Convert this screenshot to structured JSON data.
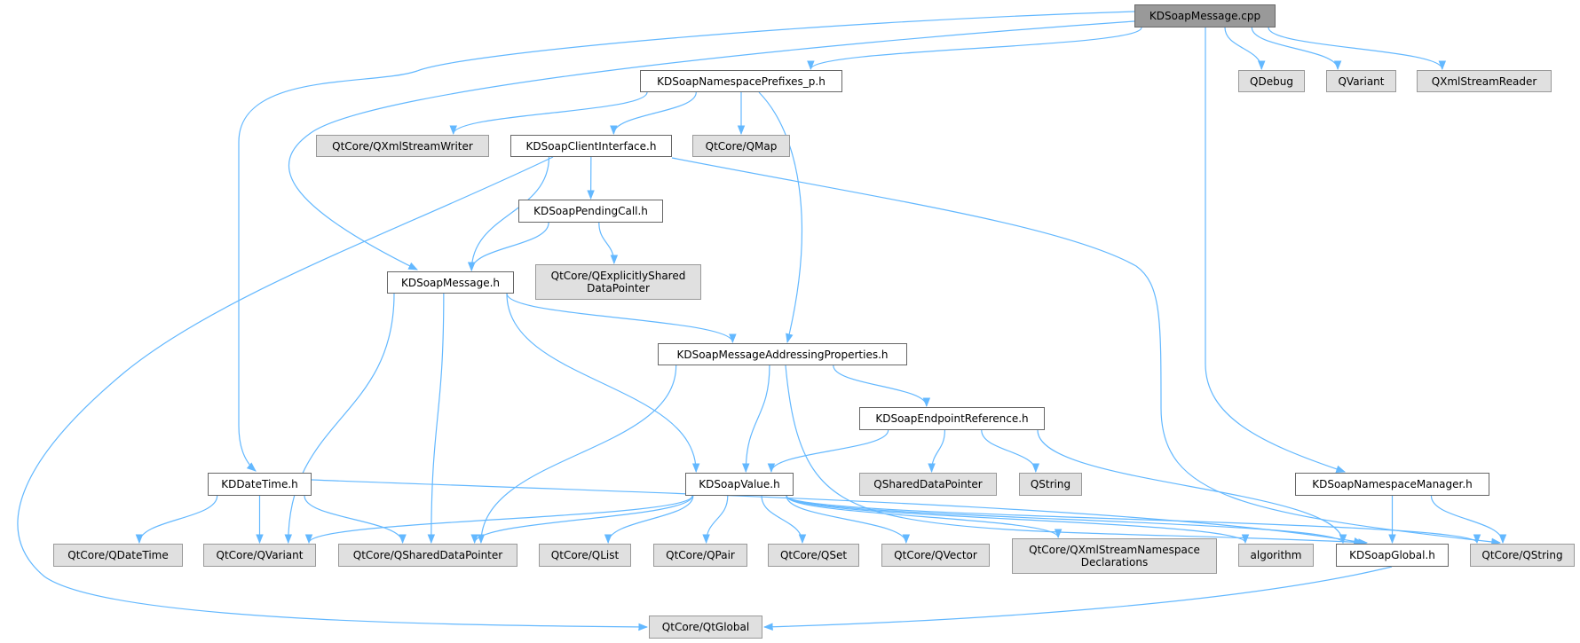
{
  "colors": {
    "edge": "#63b8ff",
    "root_fill": "#999999",
    "external_fill": "#e0e0e0",
    "internal_fill": "#ffffff"
  },
  "nodes": [
    {
      "id": "cpp",
      "label": "KDSoapMessage.cpp",
      "kind": "root"
    },
    {
      "id": "prefixes",
      "label": "KDSoapNamespacePrefixes_p.h",
      "kind": "internal"
    },
    {
      "id": "qdebug",
      "label": "QDebug",
      "kind": "external"
    },
    {
      "id": "qvariant_top",
      "label": "QVariant",
      "kind": "external"
    },
    {
      "id": "qxmlreader",
      "label": "QXmlStreamReader",
      "kind": "external"
    },
    {
      "id": "qxmlwriter",
      "label": "QtCore/QXmlStreamWriter",
      "kind": "external"
    },
    {
      "id": "client",
      "label": "KDSoapClientInterface.h",
      "kind": "internal"
    },
    {
      "id": "qmap",
      "label": "QtCore/QMap",
      "kind": "external"
    },
    {
      "id": "pending",
      "label": "KDSoapPendingCall.h",
      "kind": "internal"
    },
    {
      "id": "qexplicit",
      "label": "QtCore/QExplicitlyShared\nDataPointer",
      "kind": "external"
    },
    {
      "id": "message",
      "label": "KDSoapMessage.h",
      "kind": "internal"
    },
    {
      "id": "addressing",
      "label": "KDSoapMessageAddressingProperties.h",
      "kind": "internal"
    },
    {
      "id": "endpoint",
      "label": "KDSoapEndpointReference.h",
      "kind": "internal"
    },
    {
      "id": "qshared_plain",
      "label": "QSharedDataPointer",
      "kind": "external"
    },
    {
      "id": "qstring_plain",
      "label": "QString",
      "kind": "external"
    },
    {
      "id": "datetime",
      "label": "KDDateTime.h",
      "kind": "internal"
    },
    {
      "id": "value",
      "label": "KDSoapValue.h",
      "kind": "internal"
    },
    {
      "id": "nsmanager",
      "label": "KDSoapNamespaceManager.h",
      "kind": "internal"
    },
    {
      "id": "qdatetime",
      "label": "QtCore/QDateTime",
      "kind": "external"
    },
    {
      "id": "qvariant",
      "label": "QtCore/QVariant",
      "kind": "external"
    },
    {
      "id": "qshared",
      "label": "QtCore/QSharedDataPointer",
      "kind": "external"
    },
    {
      "id": "qlist",
      "label": "QtCore/QList",
      "kind": "external"
    },
    {
      "id": "qpair",
      "label": "QtCore/QPair",
      "kind": "external"
    },
    {
      "id": "qset",
      "label": "QtCore/QSet",
      "kind": "external"
    },
    {
      "id": "qvector",
      "label": "QtCore/QVector",
      "kind": "external"
    },
    {
      "id": "qxmlns",
      "label": "QtCore/QXmlStreamNamespace\nDeclarations",
      "kind": "external"
    },
    {
      "id": "algorithm",
      "label": "algorithm",
      "kind": "external"
    },
    {
      "id": "global",
      "label": "KDSoapGlobal.h",
      "kind": "internal"
    },
    {
      "id": "qstring",
      "label": "QtCore/QString",
      "kind": "external"
    },
    {
      "id": "qtglobal",
      "label": "QtCore/QtGlobal",
      "kind": "external"
    }
  ],
  "edges": [
    [
      "cpp",
      "prefixes"
    ],
    [
      "cpp",
      "message"
    ],
    [
      "cpp",
      "datetime"
    ],
    [
      "cpp",
      "qdebug"
    ],
    [
      "cpp",
      "qvariant_top"
    ],
    [
      "cpp",
      "qxmlreader"
    ],
    [
      "cpp",
      "nsmanager"
    ],
    [
      "prefixes",
      "qxmlwriter"
    ],
    [
      "prefixes",
      "client"
    ],
    [
      "prefixes",
      "qmap"
    ],
    [
      "prefixes",
      "addressing"
    ],
    [
      "client",
      "pending"
    ],
    [
      "client",
      "message"
    ],
    [
      "client",
      "qtglobal"
    ],
    [
      "client",
      "qstring"
    ],
    [
      "pending",
      "message"
    ],
    [
      "pending",
      "qexplicit"
    ],
    [
      "message",
      "addressing"
    ],
    [
      "message",
      "value"
    ],
    [
      "message",
      "qvariant"
    ],
    [
      "message",
      "qshared"
    ],
    [
      "addressing",
      "endpoint"
    ],
    [
      "addressing",
      "value"
    ],
    [
      "addressing",
      "qshared"
    ],
    [
      "addressing",
      "global"
    ],
    [
      "endpoint",
      "value"
    ],
    [
      "endpoint",
      "qshared_plain"
    ],
    [
      "endpoint",
      "qstring_plain"
    ],
    [
      "endpoint",
      "global"
    ],
    [
      "datetime",
      "qdatetime"
    ],
    [
      "datetime",
      "qvariant"
    ],
    [
      "datetime",
      "qshared"
    ],
    [
      "datetime",
      "global"
    ],
    [
      "value",
      "qvariant"
    ],
    [
      "value",
      "qshared"
    ],
    [
      "value",
      "qlist"
    ],
    [
      "value",
      "qpair"
    ],
    [
      "value",
      "qset"
    ],
    [
      "value",
      "qvector"
    ],
    [
      "value",
      "qxmlns"
    ],
    [
      "value",
      "algorithm"
    ],
    [
      "value",
      "global"
    ],
    [
      "value",
      "qstring"
    ],
    [
      "nsmanager",
      "global"
    ],
    [
      "nsmanager",
      "qstring"
    ],
    [
      "global",
      "qtglobal"
    ]
  ]
}
